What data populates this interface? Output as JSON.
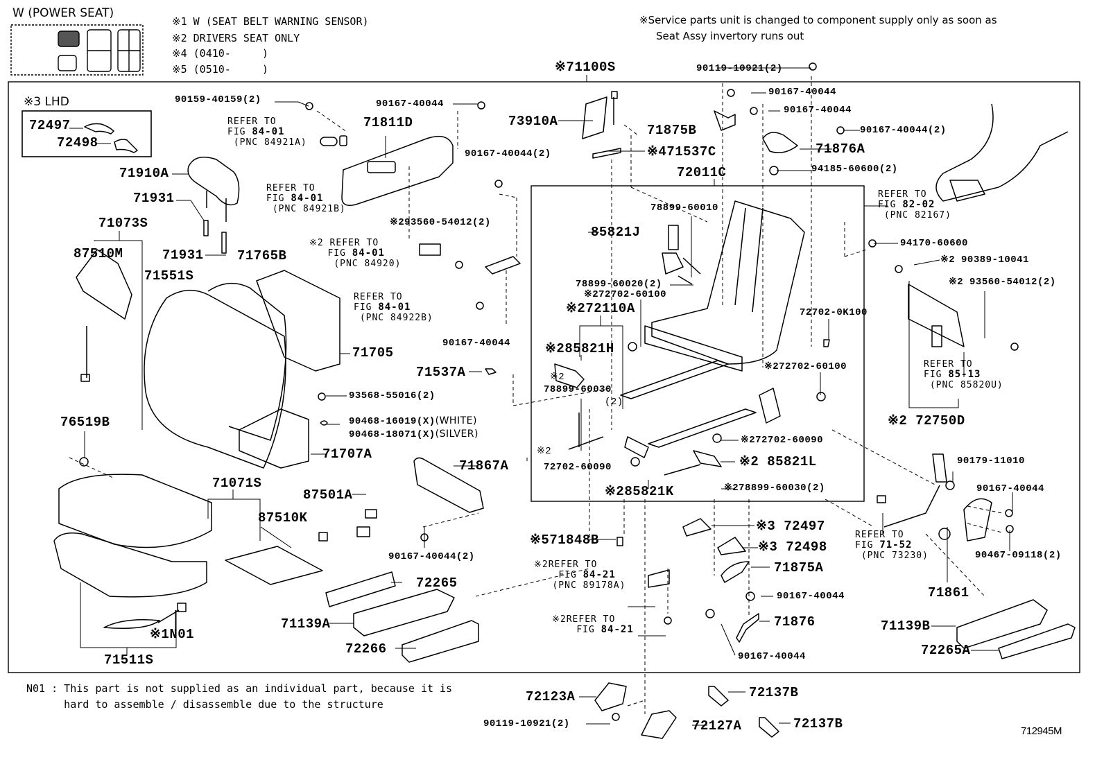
{
  "header": {
    "variant_title": "W (POWER SEAT)",
    "variant_icon": "seat-layout-icon",
    "footnotes": [
      {
        "mark": "※1",
        "text": "W (SEAT BELT WARNING SENSOR)"
      },
      {
        "mark": "※2",
        "text": "DRIVERS SEAT ONLY"
      },
      {
        "mark": "※4",
        "text": "(0410-     )"
      },
      {
        "mark": "※5",
        "text": "(0510-     )"
      }
    ],
    "service_note_line1": "※Service parts unit is changed to component supply only as soon as",
    "service_note_line2": "Seat Assy invertory runs out"
  },
  "lhd_box": {
    "title": "※3 LHD",
    "parts": [
      "72497",
      "72498"
    ]
  },
  "parts": {
    "p71100S": "※71100S",
    "p90119_top": "90119-10921(2)",
    "p90159": "90159-40159(2)",
    "p90167_a": "90167-40044",
    "p71811D": "71811D",
    "p73910A": "73910A",
    "p71875B": "71875B",
    "p90167_b": "90167-40044",
    "p90167_c": "90167-40044",
    "p90167_d": "90167-40044(2)",
    "p71876A": "71876A",
    "p94185": "94185-60600(2)",
    "p71910A": "71910A",
    "p71931_a": "71931",
    "p71931_b": "71931",
    "p71073S": "71073S",
    "p87510M": "87510M",
    "p71765B": "71765B",
    "p71551S": "71551S",
    "p90167_e": "90167-40044(2)",
    "p71537C": "※471537C",
    "p72011C": "72011C",
    "p78899_60010": "78899-60010",
    "p85821J": "85821J",
    "p93560_a": "※293560-54012(2)",
    "p94170": "94170-60600",
    "p90389": "※2 90389-10041",
    "p93560_b": "※2  93560-54012(2)",
    "p78899_60020": "78899-60020(2)",
    "p72702_60100_a": "※272702-60100",
    "p72110A": "※272110A",
    "p72702_0K100": "72702-0K100",
    "p85821H": "※285821H",
    "p72702_60100_b": "※272702-60100",
    "p78899_60030_a_mark": "※2",
    "p78899_60030_a": "78899-60030",
    "p78899_60030_a_qty": "(2)",
    "p90167_f": "90167-40044",
    "p71705": "71705",
    "p71537A": "71537A",
    "p93568": "93568-55016(2)",
    "p90468_16019": "90468-16019(X)",
    "p90468_16019_color": "(WHITE)",
    "p90468_18071": "90468-18071(X)",
    "p90468_18071_color": "(SILVER)",
    "p71707A": "71707A",
    "p76519B": "76519B",
    "p71867A": "71867A",
    "p72750D": "※2 72750D",
    "p72702_60090_a": "※272702-60090",
    "p85821L": "※2 85821L",
    "p72702_60090_b_mark": "※2",
    "p72702_60090_b": "72702-60090",
    "p85821K": "※285821K",
    "p78899_60030_b": "※278899-60030(2)",
    "p90179": "90179-11010",
    "p90167_g": "90167-40044",
    "p71071S": "71071S",
    "p87501A": "87501A",
    "p87510K": "87510K",
    "p90167_h": "90167-40044(2)",
    "p71848B": "※571848B",
    "p72497_b": "※3 72497",
    "p72498_b": "※3 72498",
    "p71875A": "71875A",
    "p90467": "90467-09118(2)",
    "p72265": "72265",
    "p71139A": "71139A",
    "p72266": "72266",
    "p90167_i": "90167-40044",
    "p71861": "71861",
    "p71876": "71876",
    "p71139B": "71139B",
    "p72265A": "72265A",
    "p90167_j": "90167-40044",
    "p71511S": "71511S",
    "pN01": "※1N01",
    "p72123A": "72123A",
    "p72137B_a": "72137B",
    "p90119_bottom": "90119-10921(2)",
    "p72127A": "72127A",
    "p72137B_b": "72137B"
  },
  "references": {
    "r84921A": {
      "l1": "REFER TO",
      "l2": "FIG ",
      "fig": "84-01",
      "l3": "(PNC 84921A)"
    },
    "r84921B": {
      "l1": "REFER TO",
      "l2": "FIG ",
      "fig": "84-01",
      "l3": "(PNC 84921B)"
    },
    "r84920": {
      "l1": "※2 REFER TO",
      "l2": "FIG ",
      "fig": "84-01",
      "l3": "(PNC 84920)"
    },
    "r84922B": {
      "l1": "REFER TO",
      "l2": "FIG ",
      "fig": "84-01",
      "l3": "(PNC 84922B)"
    },
    "r82167": {
      "l1": "REFER TO",
      "l2": "FIG ",
      "fig": "82-02",
      "l3": "(PNC 82167)"
    },
    "r85820U": {
      "l1": "REFER TO",
      "l2": "FIG ",
      "fig": "85-13",
      "l3": "(PNC 85820U)"
    },
    "r73230": {
      "l1": "REFER TO",
      "l2": "FIG ",
      "fig": "71-52",
      "l3": "(PNC 73230)"
    },
    "r89178A": {
      "l1": "※2REFER TO",
      "l2": "FIG ",
      "fig": "84-21",
      "l3": "(PNC 89178A)"
    },
    "r84_21": {
      "l1": "※2REFER TO",
      "l2": "FIG ",
      "fig": "84-21"
    }
  },
  "footer": {
    "n01_note_line1": "N01 : This part is not supplied as an individual part, because it is",
    "n01_note_line2": "      hard to assemble / disassemble due to the structure",
    "figure_id": "712945M"
  }
}
